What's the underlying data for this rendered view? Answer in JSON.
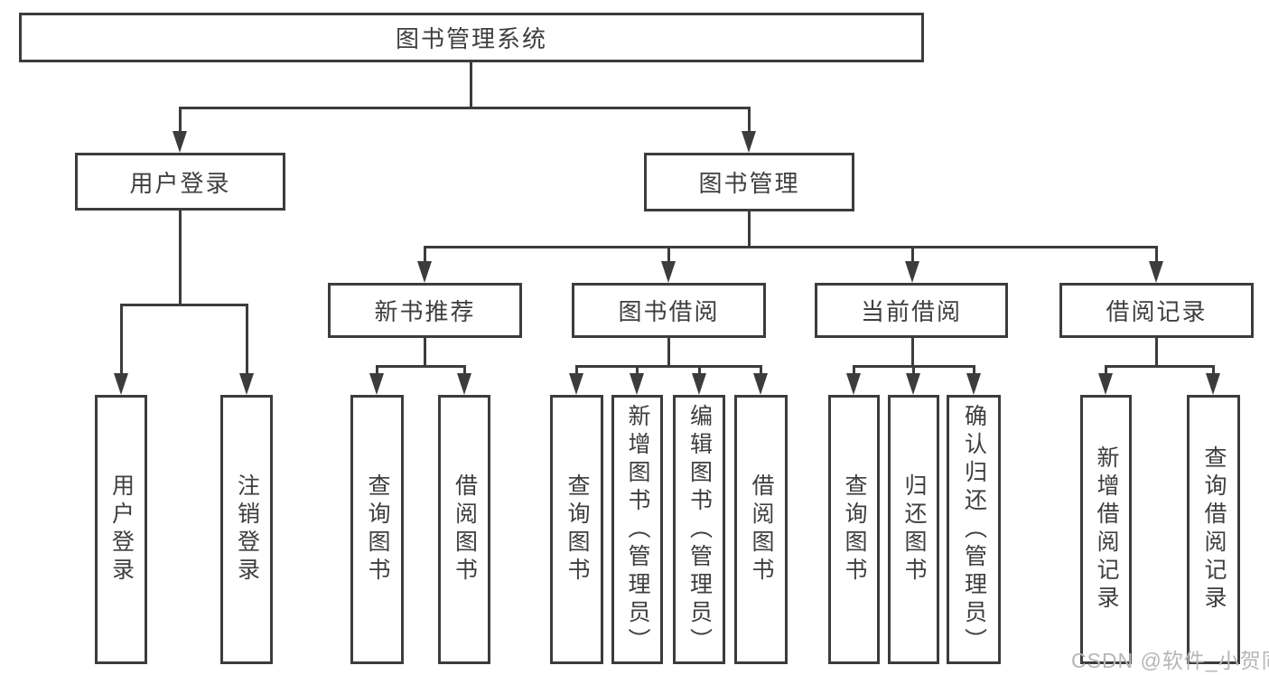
{
  "tree": {
    "root": {
      "label": "图书管理系统"
    },
    "branches": [
      {
        "label": "用户登录",
        "children": [
          {
            "label": "用户登录"
          },
          {
            "label": "注销登录"
          }
        ]
      },
      {
        "label": "图书管理",
        "children": [
          {
            "label": "新书推荐",
            "children": [
              {
                "label": "查询图书"
              },
              {
                "label": "借阅图书"
              }
            ]
          },
          {
            "label": "图书借阅",
            "children": [
              {
                "label": "查询图书"
              },
              {
                "label": "新增图书（管理员）"
              },
              {
                "label": "编辑图书（管理员）"
              },
              {
                "label": "借阅图书"
              }
            ]
          },
          {
            "label": "当前借阅",
            "children": [
              {
                "label": "查询图书"
              },
              {
                "label": "归还图书"
              },
              {
                "label": "确认归还（管理员）"
              }
            ]
          },
          {
            "label": "借阅记录",
            "children": [
              {
                "label": "新增借阅记录"
              },
              {
                "label": "查询借阅记录"
              }
            ]
          }
        ]
      }
    ]
  },
  "watermark": {
    "text": "CSDN @软件_小贺同学"
  },
  "colors": {
    "line": "#3b3c3e",
    "box_background": "#ffffff",
    "watermark": "#b6b6b6"
  }
}
